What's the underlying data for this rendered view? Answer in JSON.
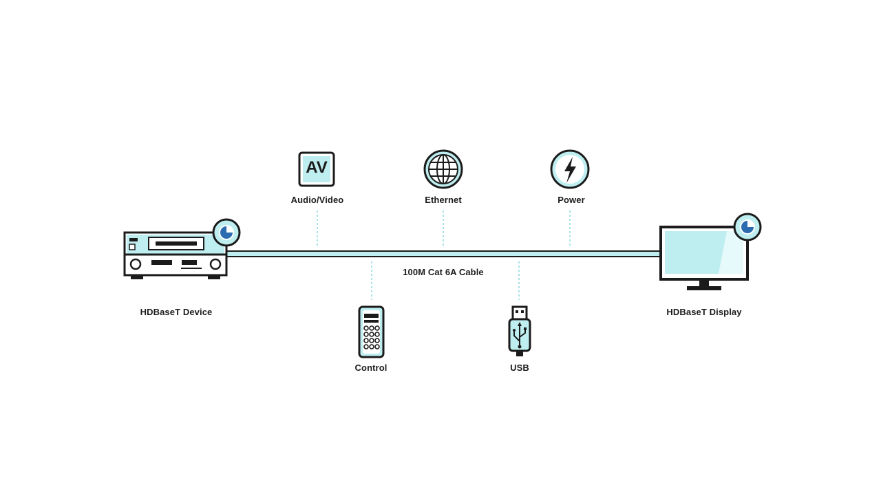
{
  "source": {
    "label": "HDBaseT Device"
  },
  "sink": {
    "label": "HDBaseT Display"
  },
  "cable": {
    "label": "100M Cat 6A Cable"
  },
  "signals_above": [
    {
      "label": "Audio/Video",
      "icon": "av-icon",
      "icon_text": "AV"
    },
    {
      "label": "Ethernet",
      "icon": "globe-icon"
    },
    {
      "label": "Power",
      "icon": "lightning-icon"
    }
  ],
  "signals_below": [
    {
      "label": "Control",
      "icon": "remote-control-icon"
    },
    {
      "label": "USB",
      "icon": "usb-plug-icon"
    }
  ],
  "colors": {
    "accent": "#8fe0e6",
    "accent_dark": "#2b6cb0",
    "stroke": "#1b1b1b",
    "dotted": "#a7e3e6"
  }
}
